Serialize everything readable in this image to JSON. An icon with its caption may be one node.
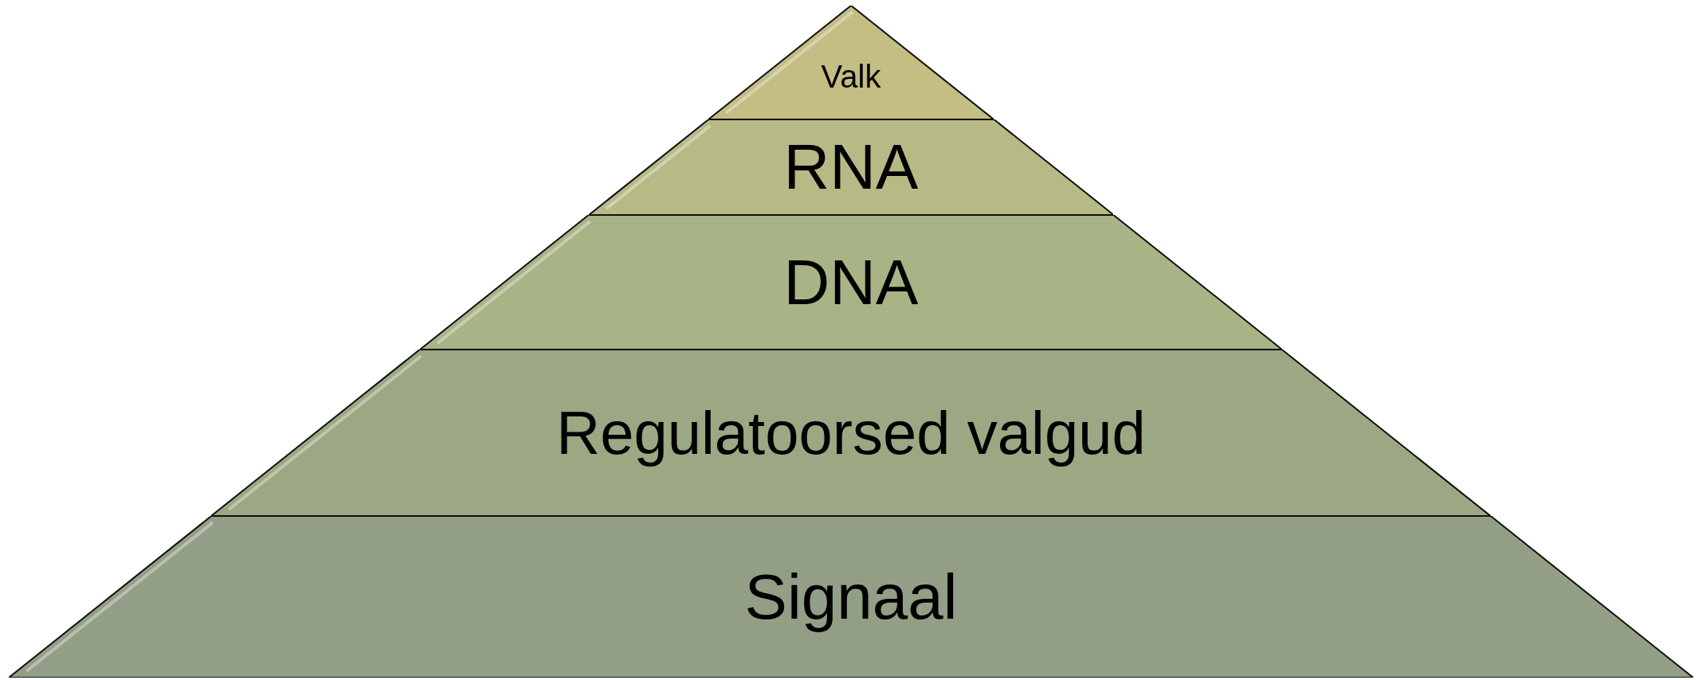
{
  "diagram": {
    "nodes": [
      {
        "text": [
          "Valk"
        ]
      },
      {
        "text": [
          "RNA"
        ]
      },
      {
        "text": [
          "DNA"
        ]
      },
      {
        "text": [
          "Regulatoorsed valgud"
        ]
      },
      {
        "text": [
          "Signaal"
        ]
      }
    ]
  }
}
